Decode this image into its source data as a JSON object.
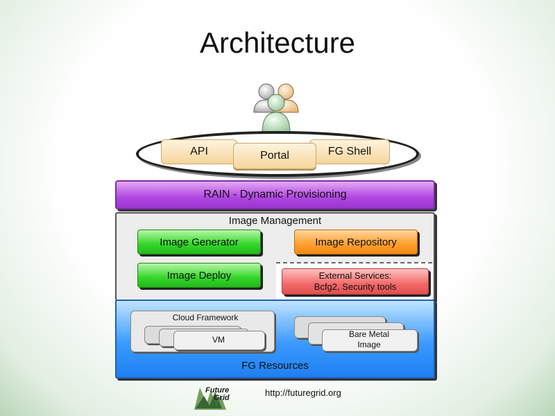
{
  "title": "Architecture",
  "icons": {
    "users": "users-group-icon",
    "logo": "futuregrid-logo"
  },
  "top_tabs": {
    "api": "API",
    "portal": "Portal",
    "fg_shell": "FG Shell"
  },
  "rain": "RAIN - Dynamic Provisioning",
  "image_management": {
    "title": "Image Management",
    "generator": "Image Generator",
    "repository": "Image Repository",
    "deploy": "Image Deploy",
    "external_line1": "External Services:",
    "external_line2": "Bcfg2, Security tools"
  },
  "resources": {
    "cloud_framework": "Cloud Framework",
    "vm": "VM",
    "bare_metal_line1": "Bare Metal",
    "bare_metal_line2": "Image",
    "label": "FG Resources"
  },
  "footer": {
    "url": "http://futuregrid.org",
    "logo_text_1": "Future",
    "logo_text_2": "Grid"
  },
  "colors": {
    "rain": "#b146e3",
    "green": "#33d62a",
    "orange": "#ff9f2e",
    "red": "#f26a6a",
    "resources": "#3b9bff"
  }
}
